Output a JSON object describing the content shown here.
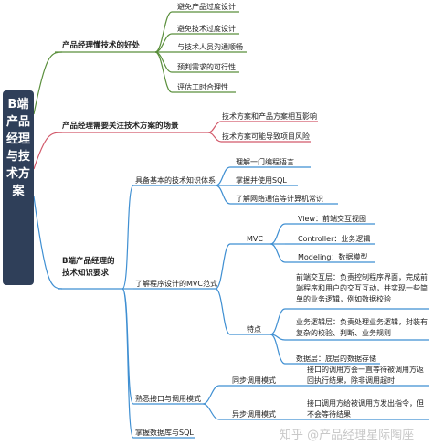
{
  "root": {
    "label": "B端产品经理与技术方案"
  },
  "branches": {
    "b1": {
      "label": "产品经理懂技术的好处",
      "items": [
        "避免产品过度设计",
        "避免技术过度设计",
        "与技术人员沟通顺畅",
        "预判需求的可行性",
        "评估工时合理性"
      ]
    },
    "b2": {
      "label": "产品经理需要关注技术方案的场景",
      "items": [
        "技术方案和产品方案相互影响",
        "技术方案可能导致项目风险"
      ]
    },
    "b3": {
      "label": "B端产品经理的技术知识要求",
      "s1": {
        "label": "具备基本的技术知识体系",
        "items": [
          "理解一门编程语言",
          "掌握并使用SQL",
          "了解网络通信等计算机常识"
        ]
      },
      "s2": {
        "label": "了解程序设计的MVC范式",
        "mvc": {
          "label": "MVC",
          "items": [
            "View：前端交互视图",
            "Controller：业务逻辑",
            "Modeling：数据模型"
          ]
        },
        "features": {
          "label": "特点",
          "items": [
            "前端交互层：负责控制程序界面，完成前端程序和用户的交互互动，并实现一些简单的业务逻辑，例如数据校验",
            "业务逻辑层：负责处理业务逻辑，封装有复杂的校验、判断、业务规则",
            "数据层：底层的数据存储"
          ]
        }
      },
      "s3": {
        "label": "熟悉接口与调用模式",
        "sync": {
          "label": "同步调用模式",
          "desc": "接口的调用方会一直等待被调用方返回执行结果，除非调用超时"
        },
        "async": {
          "label": "异步调用模式",
          "desc": "接口调用方给被调用方发出指令，但不会等待结果"
        }
      },
      "s4": {
        "label": "掌握数据库与SQL"
      }
    }
  },
  "watermark": "知乎 @产品经理星际陶座",
  "colors": {
    "root_bg": "#2f3f59",
    "branch1": "#5a8f3c",
    "branch2": "#d2596a",
    "branch3": "#3f8fd2"
  }
}
